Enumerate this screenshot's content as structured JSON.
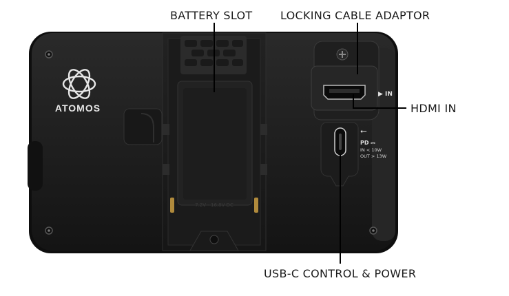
{
  "callouts": {
    "battery_slot": "BATTERY SLOT",
    "locking_cable_adaptor": "LOCKING CABLE ADAPTOR",
    "hdmi_in": "HDMI IN",
    "usb_c": "USB-C CONTROL & POWER"
  },
  "device": {
    "brand": "ATOMOS",
    "hdmi_port_label": "▶ IN",
    "usb_symbol": "⭠",
    "pd_label": "PD ⎓",
    "in_spec": "IN < 10W",
    "out_spec": "OUT > 13W",
    "battery_voltage": "7.2V - 16.8V DC"
  },
  "colors": {
    "body": "#1c1c1c",
    "edge": "#3a3a3a",
    "background": "#ffffff",
    "text": "#1a1a1a"
  }
}
